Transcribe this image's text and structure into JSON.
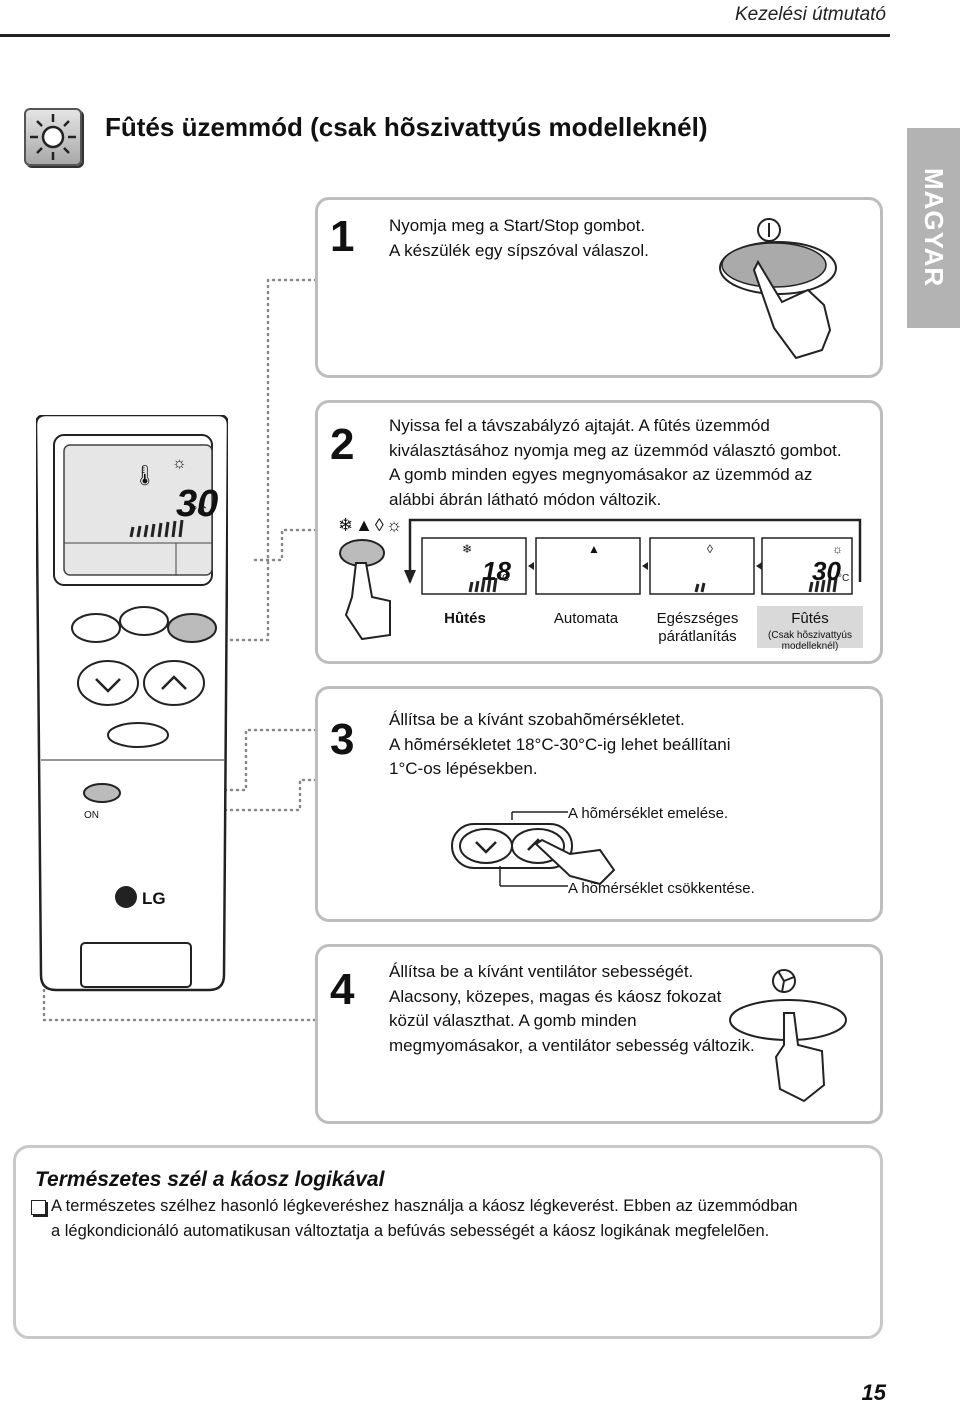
{
  "header": {
    "title": "Kezelési útmutató"
  },
  "side_tab": {
    "label": "MAGYAR"
  },
  "section": {
    "title": "Fûtés üzemmód (csak hõszivattyús modelleknél)",
    "icon": "sun-icon"
  },
  "remote": {
    "display_temp": "30",
    "unit": "°C",
    "on_label": "ON",
    "brand": "LG"
  },
  "steps": [
    {
      "number": "1",
      "lines": [
        "Nyomja meg a Start/Stop gombot.",
        "A készülék egy sípszóval válaszol."
      ]
    },
    {
      "number": "2",
      "lines": [
        "Nyissa fel a távszabályzó ajtaját. A fûtés üzemmód",
        "kiválasztásához nyomja meg az üzemmód választó gombot.",
        "A gomb minden egyes megnyomásakor az üzemmód az",
        "alábbi ábrán látható módon változik."
      ]
    },
    {
      "number": "3",
      "lines": [
        "Állítsa be a kívánt szobahõmérsékletet.",
        "A hõmérsékletet 18°C-30°C-ig lehet beállítani",
        "1°C-os lépésekben."
      ]
    },
    {
      "number": "4",
      "lines": [
        "Állítsa be a kívánt ventilátor sebességét.",
        "Alacsony, közepes, magas és káosz fokozat",
        "közül választhat. A gomb minden",
        "megmyomásakor, a ventilátor sebesség változik."
      ]
    }
  ],
  "modes": [
    {
      "label": "Hûtés",
      "sub": "",
      "temp": "18"
    },
    {
      "label": "Automata",
      "sub": "",
      "temp": ""
    },
    {
      "label": "Egészséges",
      "sub": "párátlanítás",
      "temp": ""
    },
    {
      "label": "Fûtés",
      "sub": "(Csak hõszivattyús modelleknél)",
      "temp": "30"
    }
  ],
  "temp_control": {
    "up_label": "A hõmérséklet emelése.",
    "down_label": "A hõmérséklet csökkentése."
  },
  "note": {
    "title": "Természetes szél a káosz  logikával",
    "lines": [
      "A természetes szélhez hasonló légkeveréshez használja a káosz légkeverést. Ebben az üzemmódban",
      "a légkondicionáló automatikusan változtatja a befúvás sebességét a káosz logikának megfelelõen."
    ]
  },
  "page": {
    "number": "15"
  }
}
